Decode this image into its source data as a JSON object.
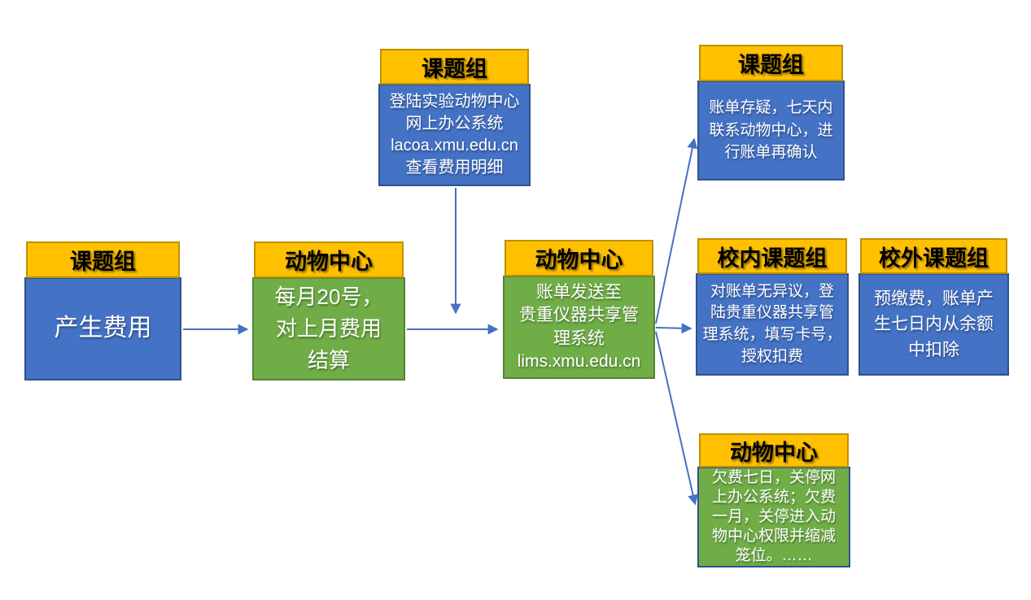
{
  "colors": {
    "header_fill": "#FFC000",
    "header_border": "#BF9000",
    "blue_fill": "#4472C4",
    "blue_border": "#2F528F",
    "green_fill": "#70AD47",
    "green_border": "#548235",
    "arrow": "#4472C4",
    "header_text": "#000000",
    "body_text": "#FFFFFF",
    "background": "#FFFFFF"
  },
  "nodes": [
    {
      "id": "group-fee",
      "header": "课题组",
      "lines": [
        "产生费用"
      ]
    },
    {
      "id": "center-settle",
      "header": "动物中心",
      "lines": [
        "每月20号，",
        "对上月费用",
        "结算"
      ]
    },
    {
      "id": "group-view",
      "header": "课题组",
      "lines": [
        "登陆实验动物中心",
        "网上办公系统",
        "lacoa.xmu.edu.cn",
        "查看费用明细"
      ]
    },
    {
      "id": "center-send",
      "header": "动物中心",
      "lines": [
        "账单发送至",
        "贵重仪器共享管",
        "理系统",
        "lims.xmu.edu.cn"
      ]
    },
    {
      "id": "group-doubt",
      "header": "课题组",
      "lines": [
        "账单存疑，七天内",
        "联系动物中心，进",
        "行账单再确认"
      ]
    },
    {
      "id": "internal-group",
      "header": "校内课题组",
      "lines": [
        "对账单无异议，登",
        "陆贵重仪器共享管",
        "理系统，填写卡号，",
        "授权扣费"
      ]
    },
    {
      "id": "external-group",
      "header": "校外课题组",
      "lines": [
        "预缴费，账单产",
        "生七日内从余额",
        "中扣除"
      ]
    },
    {
      "id": "center-overdue",
      "header": "动物中心",
      "lines": [
        "欠费七日，关停网",
        "上办公系统；欠费",
        "一月，关停进入动",
        "物中心权限并缩减",
        "笼位。……"
      ]
    }
  ]
}
